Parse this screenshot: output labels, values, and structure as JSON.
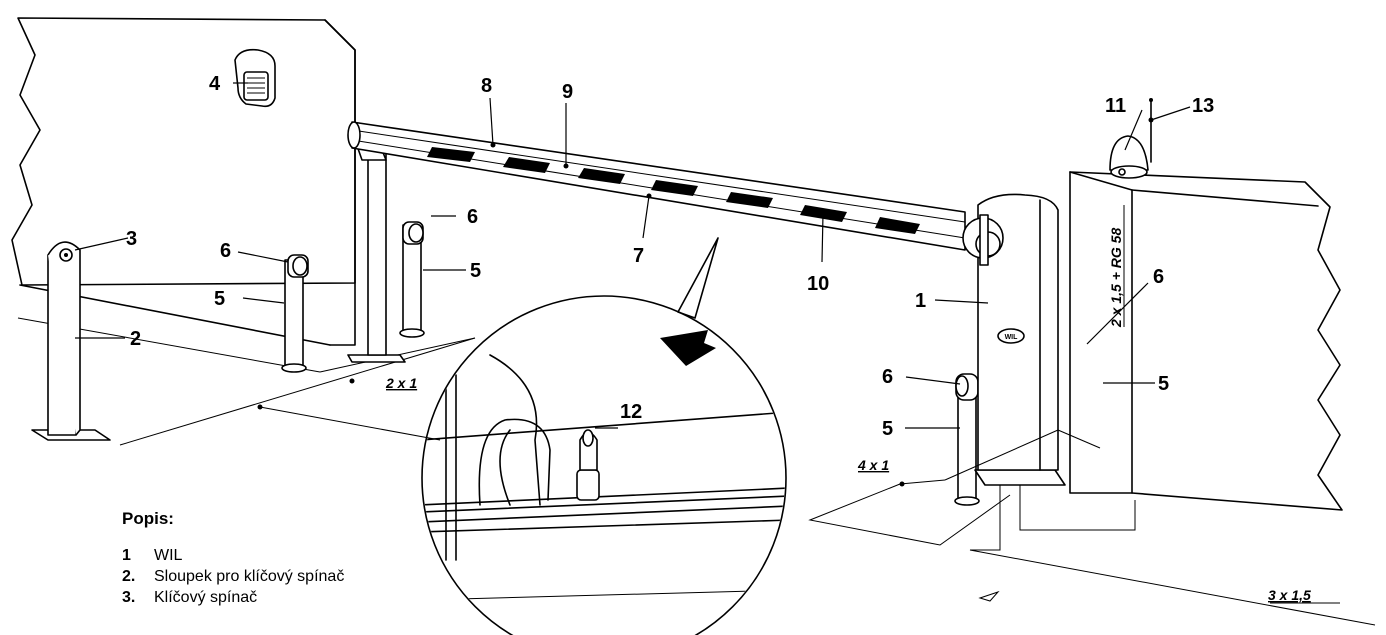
{
  "legend": {
    "title": "Popis:",
    "items": [
      {
        "num": "1",
        "text": "WIL"
      },
      {
        "num": "2.",
        "text": "Sloupek pro klíčový spínač"
      },
      {
        "num": "3.",
        "text": "Klíčový spínač"
      }
    ]
  },
  "callouts": [
    "1",
    "2",
    "3",
    "4",
    "5",
    "5",
    "5",
    "5",
    "6",
    "6",
    "6",
    "6",
    "7",
    "8",
    "9",
    "10",
    "11",
    "12",
    "13"
  ],
  "wires": {
    "w2x1": "2 x 1",
    "w4x1": "4 x 1",
    "w3x15": "3 x 1,5",
    "w2x15rg": "2 x 1,5 + RG 58"
  },
  "logo": "WIL"
}
